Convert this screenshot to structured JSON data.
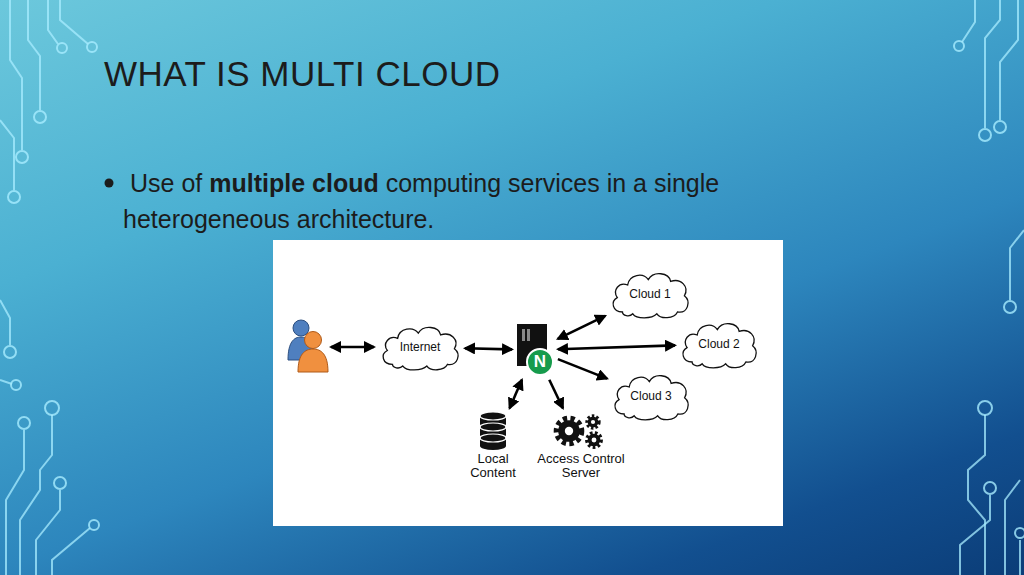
{
  "diagram": {
    "title": "WHAT IS MULTI CLOUD",
    "nodes": [
      {
        "text": [
          "Internet"
        ]
      },
      {
        "text": [
          "N"
        ]
      },
      {
        "text": [
          "Cloud 1"
        ]
      },
      {
        "text": [
          "Cloud 2"
        ]
      },
      {
        "text": [
          "Cloud 3"
        ]
      },
      {
        "text": [
          "Local Content"
        ]
      },
      {
        "text": [
          "Access Control Server"
        ]
      }
    ],
    "edges": [
      {
        "from": 0,
        "to": 1,
        "arrow": "both"
      },
      {
        "from": 1,
        "to": 2,
        "arrow": "both"
      },
      {
        "from": 1,
        "to": 3,
        "arrow": "both"
      },
      {
        "from": 1,
        "to": 4,
        "arrow": "to"
      },
      {
        "from": 1,
        "to": 5,
        "arrow": "both"
      },
      {
        "from": 1,
        "to": 6,
        "arrow": "to"
      }
    ],
    "labels": [
      "Use of",
      "multiple cloud",
      "computing services in a single heterogeneous architecture."
    ]
  }
}
